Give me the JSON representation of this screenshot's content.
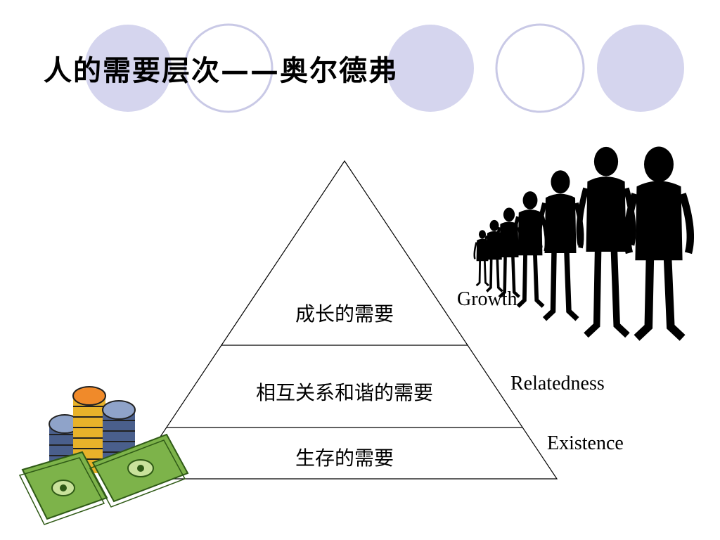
{
  "title": "人的需要层次——奥尔德弗",
  "pyramid": {
    "levels": [
      {
        "label": "成长的需要",
        "english": "Growth"
      },
      {
        "label": "相互关系和谐的需要",
        "english": "Relatedness"
      },
      {
        "label": "生存的需要",
        "english": "Existence"
      }
    ]
  },
  "colors": {
    "circle_fill": "#d5d5ee",
    "circle_stroke": "#c9c9e6",
    "line": "#000000",
    "money_green": "#7db34a",
    "coin_gold": "#e8b22a",
    "coin_blue": "#4a5f8c",
    "figure": "#000000"
  },
  "icons": {
    "decor": "circles-decoration-icon",
    "people": "walking-people-icon",
    "money": "money-pile-icon"
  }
}
